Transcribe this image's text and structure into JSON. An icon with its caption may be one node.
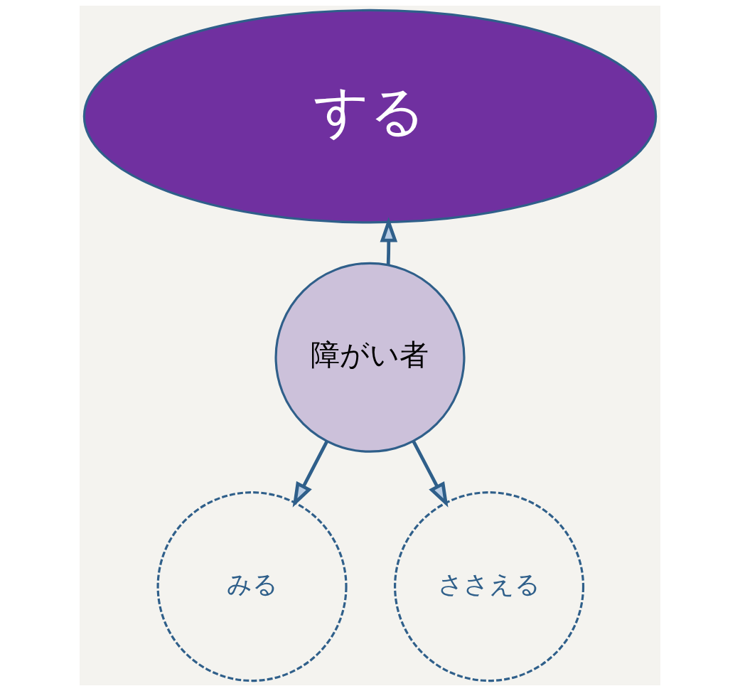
{
  "diagram": {
    "nodes": [
      {
        "text": [
          "する"
        ]
      },
      {
        "text": [
          "障がい者"
        ]
      },
      {
        "text": [
          "みる"
        ]
      },
      {
        "text": [
          "ささえる"
        ]
      }
    ],
    "edges": [
      {
        "from": 1,
        "to": 0,
        "arrow": "to"
      },
      {
        "from": 1,
        "to": 2,
        "arrow": "to"
      },
      {
        "from": 1,
        "to": 3,
        "arrow": "to"
      }
    ]
  }
}
